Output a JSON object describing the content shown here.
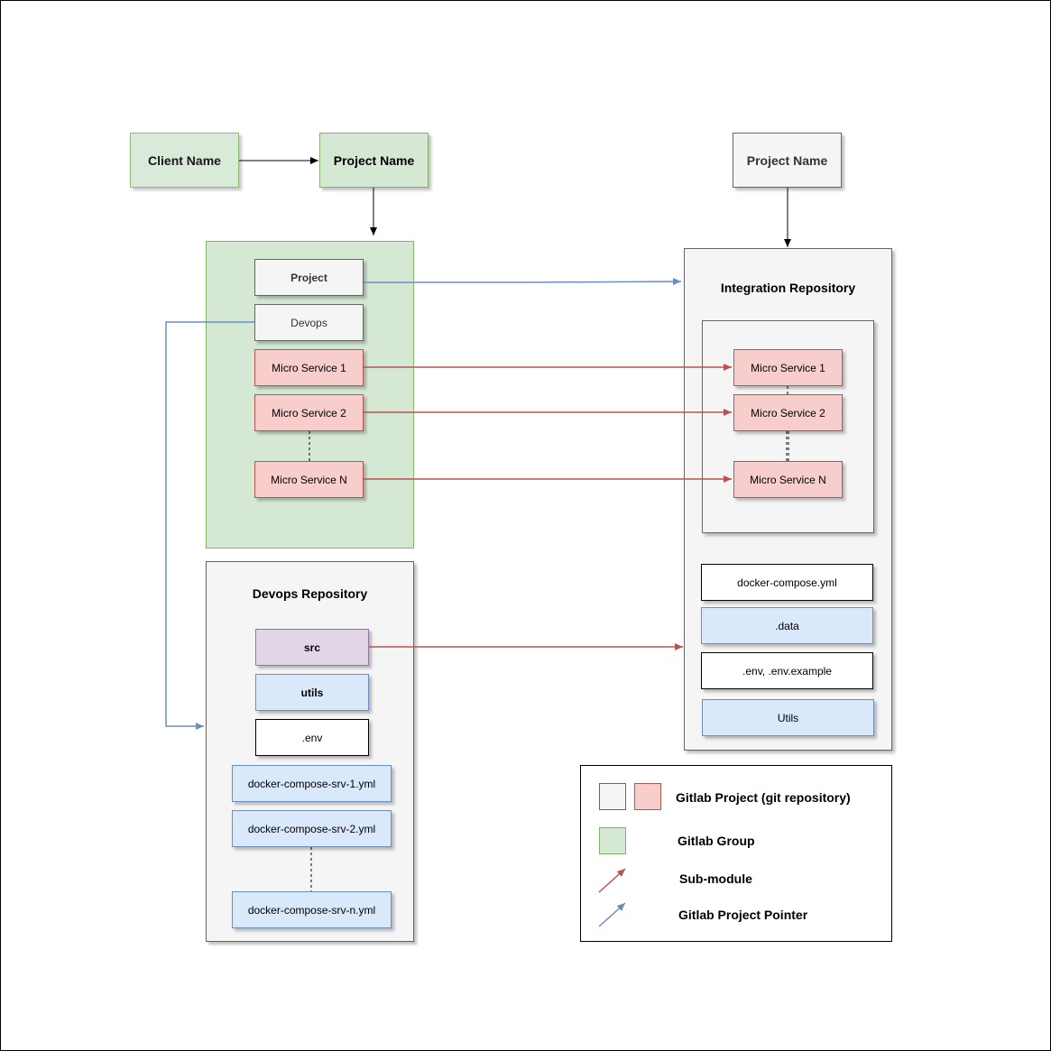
{
  "top": {
    "client_name": "Client Name",
    "project_name_left": "Project Name",
    "project_name_right": "Project Name"
  },
  "group_box": {
    "project": "Project",
    "devops": "Devops",
    "micro_service_1": "Micro Service  1",
    "micro_service_2": "Micro Service  2",
    "micro_service_n": "Micro Service  N"
  },
  "devops_repository": {
    "title": "Devops Repository",
    "src": "src",
    "utils": "utils",
    "env": ".env",
    "compose_1": "docker-compose-srv-1.yml",
    "compose_2": "docker-compose-srv-2.yml",
    "compose_n": "docker-compose-srv-n.yml"
  },
  "integration_repository": {
    "title": "Integration Repository",
    "micro_service_1": "Micro Service  1",
    "micro_service_2": "Micro Service  2",
    "micro_service_n": "Micro Service  N",
    "compose": "docker-compose.yml",
    "data": ".data",
    "env": ".env, .env.example",
    "utils": "Utils"
  },
  "legend": {
    "gitlab_project": "Gitlab Project (git repository)",
    "gitlab_group": "Gitlab Group",
    "submodule": "Sub-module",
    "pointer": "Gitlab Project Pointer"
  },
  "colors": {
    "submodule_arrow": "#b85450",
    "pointer_arrow": "#6c8ebf",
    "group_fill": "#d5e8d4",
    "project_fill": "#f5f5f5",
    "microservice_fill": "#f8cecc",
    "file_fill": "#dae8fc",
    "src_fill": "#e1d5e7"
  }
}
